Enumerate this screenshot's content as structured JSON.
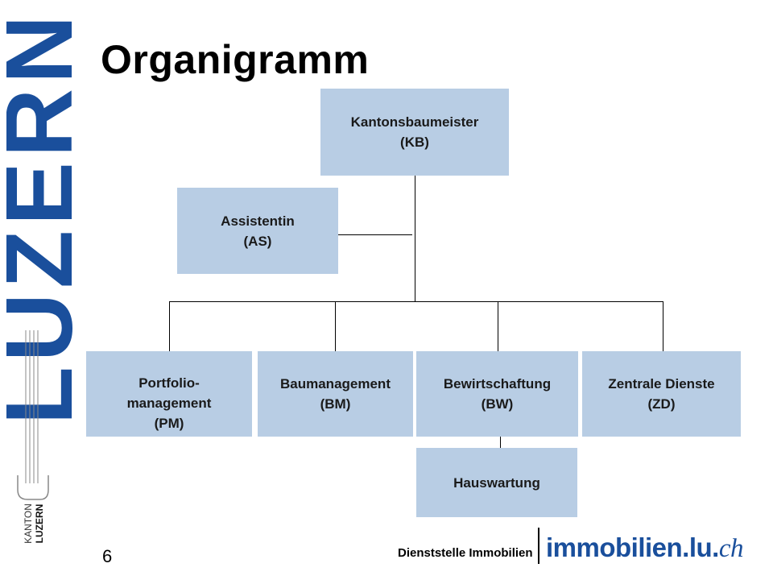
{
  "brand": {
    "vertical_text": "LUZERN",
    "logo_line1": "KANTON",
    "logo_line2": "LUZERN",
    "color": "#1a4f9c"
  },
  "title": "Organigramm",
  "org_chart": {
    "root": {
      "line1": "Kantonsbaumeister",
      "line2": "(KB)"
    },
    "staff": {
      "line1": "Assistentin",
      "line2": "(AS)"
    },
    "units": [
      {
        "line1": "Portfolio-",
        "line2": "management",
        "line3": "(PM)"
      },
      {
        "line1": "Baumanagement",
        "line2": "(BM)"
      },
      {
        "line1": "Bewirtschaftung",
        "line2": "(BW)"
      },
      {
        "line1": "Zentrale Dienste",
        "line2": "(ZD)"
      }
    ],
    "sub_unit": {
      "label": "Hauswartung",
      "parent": "Bewirtschaftung"
    },
    "box_color": "#b8cde4"
  },
  "footer": {
    "page_number": "6",
    "department": "Dienststelle Immobilien",
    "site_name": "immobilien.lu.",
    "site_tld": "ch"
  }
}
